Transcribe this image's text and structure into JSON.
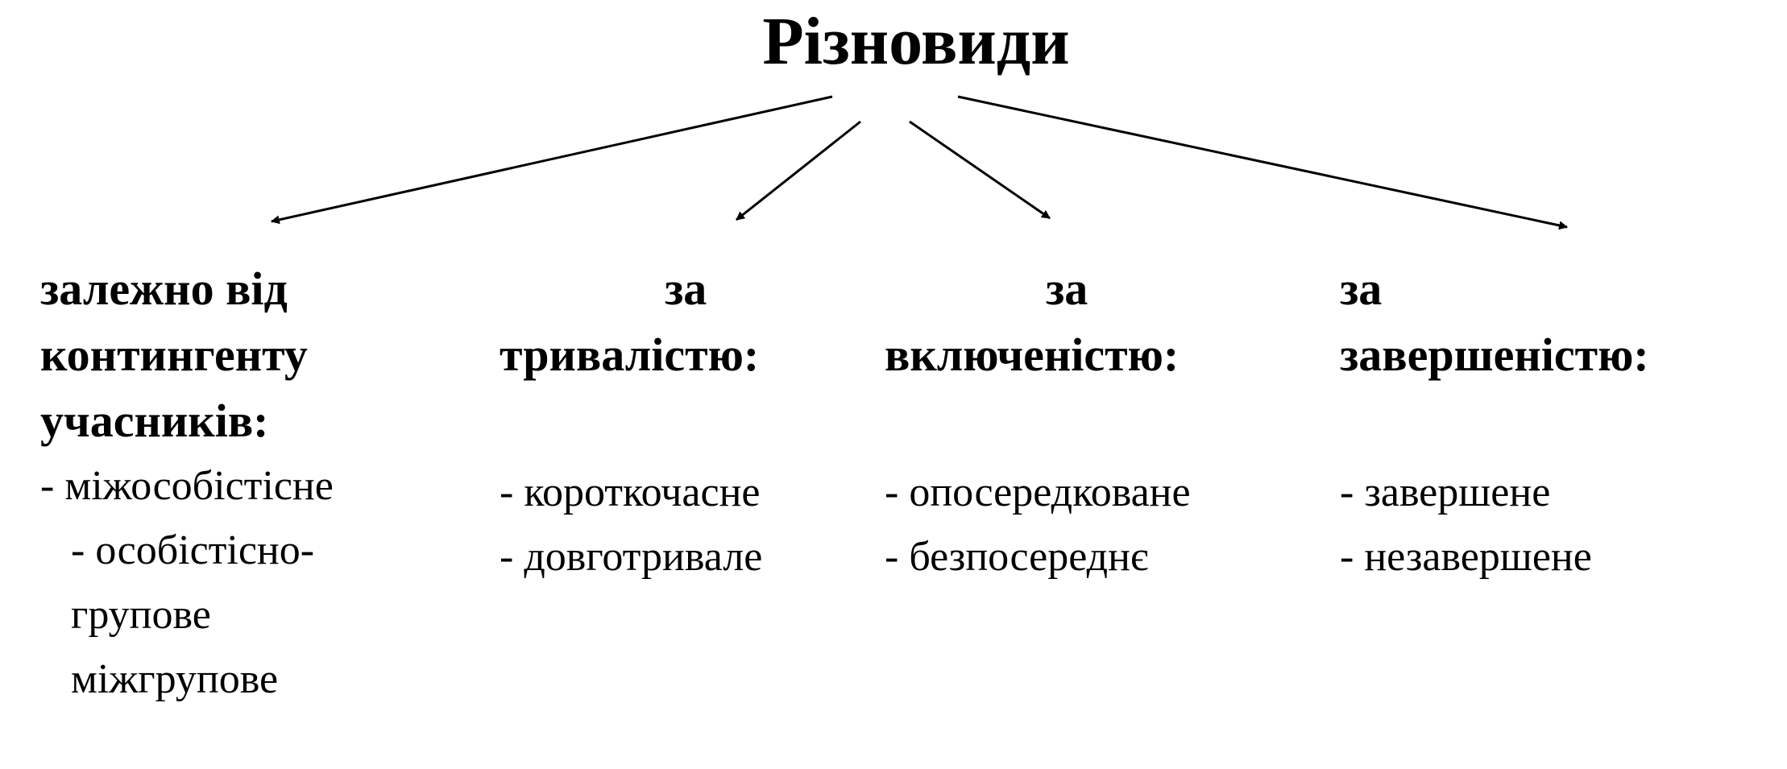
{
  "root": {
    "title": "Різновиди"
  },
  "columns": [
    {
      "heading": [
        "залежно від",
        "контингенту",
        "учасників:"
      ],
      "items": [
        "- міжособістісне",
        "-  особістісно-",
        "групове",
        "міжгрупове"
      ]
    },
    {
      "heading": [
        "за",
        "тривалістю:"
      ],
      "items": [
        "- короткочасне",
        "- довготривале"
      ]
    },
    {
      "heading": [
        "за",
        "включеністю:"
      ],
      "items": [
        "- опосередковане",
        "- безпосереднє"
      ]
    },
    {
      "heading": [
        "за",
        "завершеністю:"
      ],
      "items": [
        "- завершене",
        "- незавершене"
      ]
    }
  ],
  "arrow_color": "#000000"
}
